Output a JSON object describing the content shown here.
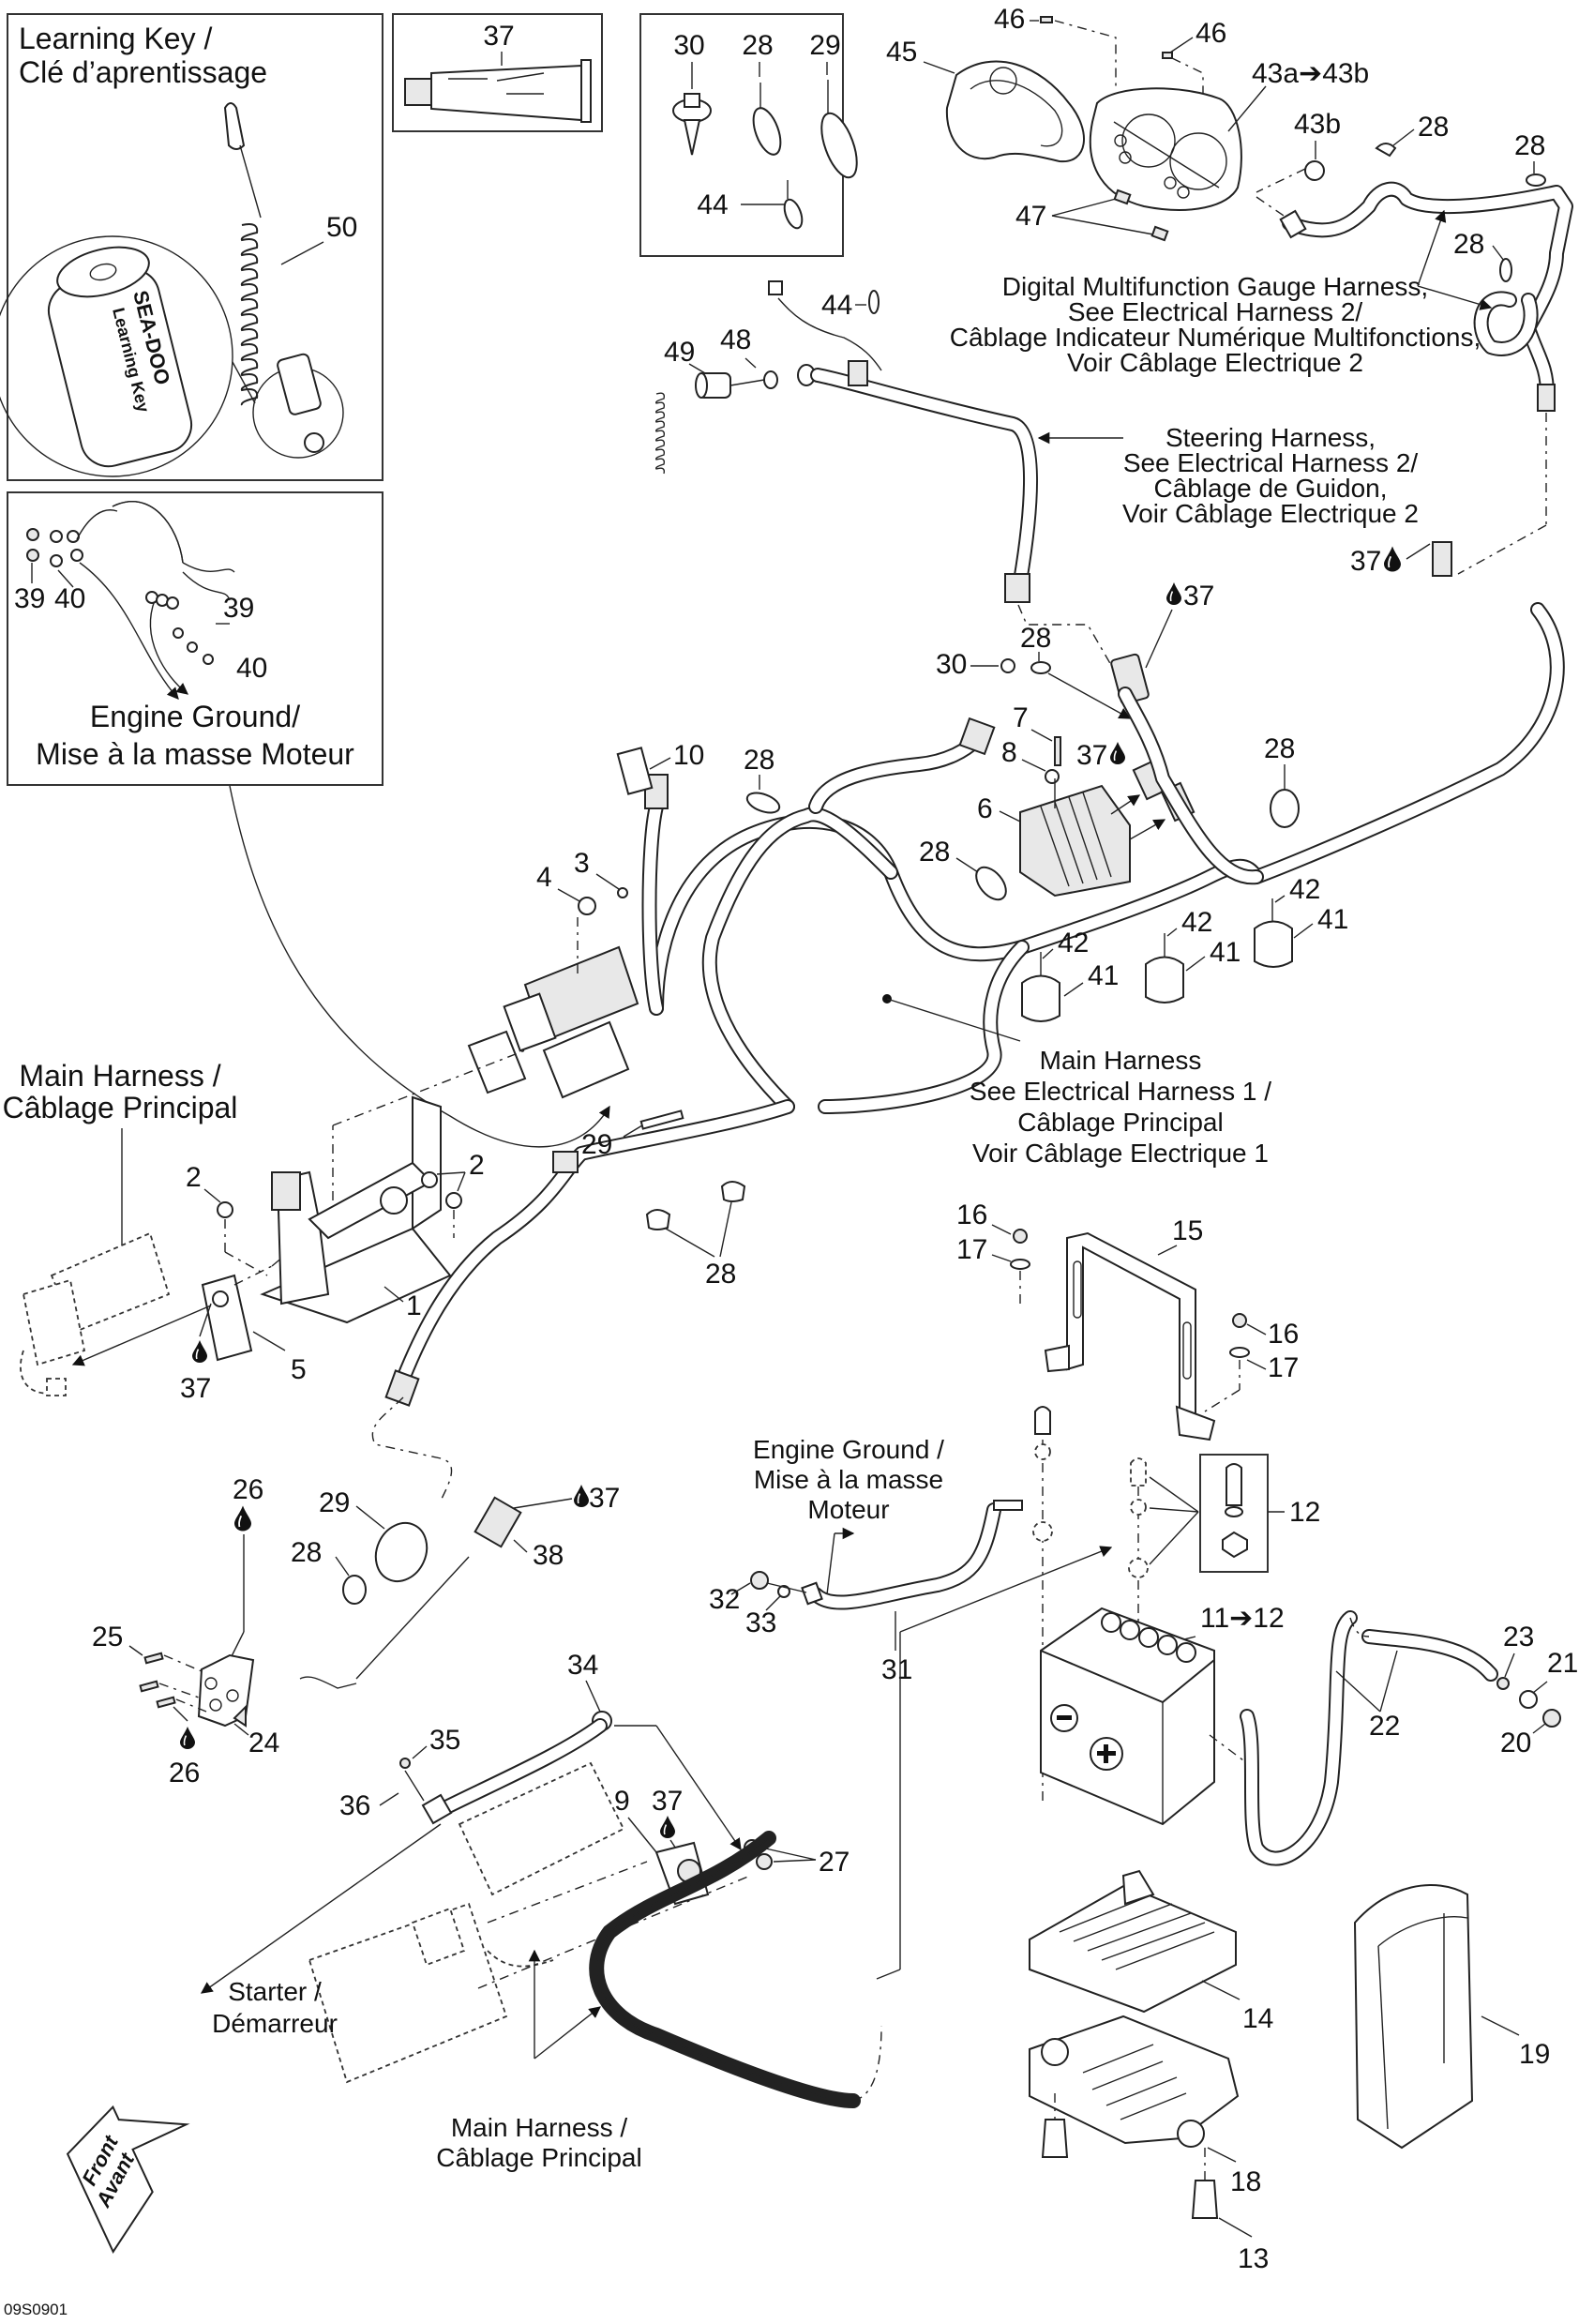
{
  "diagram": {
    "figure_id": "09S0901",
    "boxes": {
      "learning_key": {
        "title_line1": "Learning Key /",
        "title_line2": "Clé d’aprentissage",
        "callout": "50",
        "key_brand": "SEA-DOO",
        "key_text": "Learning Key"
      },
      "lubricant": {
        "callout": "37"
      },
      "fasteners": {
        "callouts": [
          "30",
          "28",
          "29",
          "44"
        ]
      },
      "engine_ground_box": {
        "callouts": [
          "39",
          "40",
          "39",
          "40"
        ],
        "title_line1": "Engine Ground/",
        "title_line2": "Mise à la masse Moteur"
      },
      "battery_hardware": {
        "callout": "12"
      }
    },
    "captions": {
      "gauge_harness": [
        "Digital Multifunction Gauge Harness,",
        "See Electrical Harness 2/",
        "Câblage Indicateur Numérique Multifonctions,",
        "Voir Câblage Electrique 2"
      ],
      "steering_harness": [
        "Steering Harness,",
        "See Electrical Harness 2/",
        "Câblage de Guidon,",
        "Voir Câblage Electrique 2"
      ],
      "main_harness_center": [
        "Main Harness",
        "See Electrical Harness 1 /",
        "Câblage Principal",
        "Voir Câblage Electrique 1"
      ],
      "main_harness_left": [
        "Main Harness /",
        "Câblage Principal"
      ],
      "engine_ground_battery": [
        "Engine Ground /",
        "Mise à la masse",
        "Moteur"
      ],
      "starter": [
        "Starter /",
        "Démarreur"
      ],
      "main_harness_bottom": [
        "Main Harness /",
        "Câblage Principal"
      ],
      "front_arrow": [
        "Front",
        "Avant"
      ]
    },
    "callouts": {
      "c45": "45",
      "c46a": "46",
      "c46b": "46",
      "c43": "43a➔43b",
      "c43b": "43b",
      "c28g1": "28",
      "c28g2": "28",
      "c28g3": "28",
      "c47": "47",
      "c44": "44",
      "c49": "49",
      "c48": "48",
      "c37r": "37",
      "c37s": "37",
      "c30": "30",
      "c28s": "28",
      "c7": "7",
      "c8": "8",
      "c37m": "37",
      "c6": "6",
      "c28r": "28",
      "c10": "10",
      "c28a": "28",
      "c28b": "28",
      "c4": "4",
      "c3": "3",
      "c42a": "42",
      "c41a": "41",
      "c42b": "42",
      "c41b": "41",
      "c42c": "42",
      "c41c": "41",
      "c2a": "2",
      "c2b": "2",
      "c29": "29",
      "c1": "1",
      "c5": "5",
      "c37l": "37",
      "c28c": "28",
      "c16a": "16",
      "c17a": "17",
      "c15": "15",
      "c16b": "16",
      "c17b": "17",
      "c26a": "26",
      "c29b": "29",
      "c28d": "28",
      "c37c": "37",
      "c38": "38",
      "c25": "25",
      "c24": "24",
      "c26b": "26",
      "c12": "12",
      "c32": "32",
      "c33": "33",
      "c31": "31",
      "c11": "11➔12",
      "c23": "23",
      "c21": "21",
      "c22": "22",
      "c20": "20",
      "c34": "34",
      "c35": "35",
      "c36": "36",
      "c9": "9",
      "c37d": "37",
      "c27": "27",
      "c14": "14",
      "c19": "19",
      "c18": "18",
      "c13": "13"
    },
    "colors": {
      "ink": "#111111",
      "background": "#ffffff",
      "frame": "#333333"
    }
  }
}
